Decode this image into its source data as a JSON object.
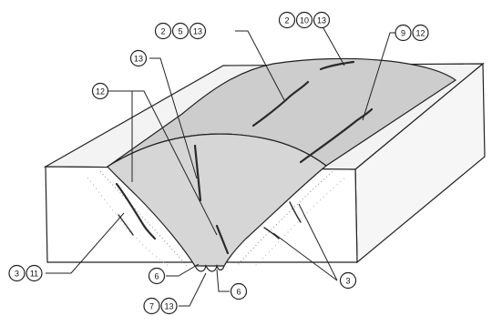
{
  "diagram": {
    "colors": {
      "background": "#ffffff",
      "outline": "#222222",
      "weld_bead": "#cfcfcf",
      "block_top": "#f2f2f2",
      "block_front": "#ffffff",
      "block_side": "#f4f4f4",
      "defect": "#2a2a2a"
    },
    "callouts": [
      {
        "id": "c-2-5-13",
        "numbers": [
          "2",
          "5",
          "13"
        ]
      },
      {
        "id": "c-2-10-13",
        "numbers": [
          "2",
          "10",
          "13"
        ]
      },
      {
        "id": "c-9-12",
        "numbers": [
          "9",
          "12"
        ]
      },
      {
        "id": "c-13",
        "numbers": [
          "13"
        ]
      },
      {
        "id": "c-12",
        "numbers": [
          "12"
        ]
      },
      {
        "id": "c-3-11",
        "numbers": [
          "3",
          "11"
        ]
      },
      {
        "id": "c-6-left",
        "numbers": [
          "6"
        ]
      },
      {
        "id": "c-7-13",
        "numbers": [
          "7",
          "13"
        ]
      },
      {
        "id": "c-6-right",
        "numbers": [
          "6"
        ]
      },
      {
        "id": "c-3",
        "numbers": [
          "3"
        ]
      }
    ]
  }
}
